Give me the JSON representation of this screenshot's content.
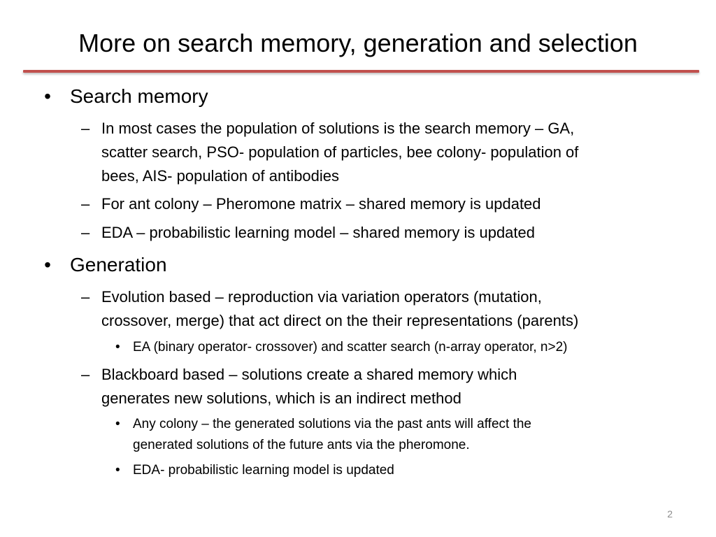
{
  "slide": {
    "title": "More on search memory, generation and selection",
    "accent_color": "#c0504d",
    "page_number": "2",
    "items": {
      "search_memory": {
        "bullet": "•",
        "label": "Search memory",
        "sub": [
          {
            "dash": "–",
            "line1": "In most cases the population of solutions is the search memory – GA,",
            "line2": "scatter search, PSO- population of particles, bee colony- population of",
            "line3": "bees, AIS- population of antibodies"
          },
          {
            "dash": "–",
            "line1": "For ant colony – Pheromone matrix – shared memory is updated"
          },
          {
            "dash": "–",
            "line1": "EDA – probabilistic learning model – shared memory is updated"
          }
        ]
      },
      "generation": {
        "bullet": "•",
        "label": "Generation",
        "sub": [
          {
            "dash": "–",
            "line1": "Evolution based – reproduction via variation operators (mutation,",
            "line2": "crossover, merge) that act direct on the their representations (parents)",
            "subsub": [
              {
                "bullet": "•",
                "line1": "EA (binary operator- crossover) and scatter search (n-array operator, n>2)"
              }
            ]
          },
          {
            "dash": "–",
            "line1": "Blackboard based – solutions create a shared memory which",
            "line2": "generates new solutions, which is an indirect method",
            "subsub": [
              {
                "bullet": "•",
                "line1": "Any colony – the generated solutions via the past ants will affect the",
                "line2": "generated solutions of the future ants via the pheromone."
              },
              {
                "bullet": "•",
                "line1": "EDA- probabilistic learning model is updated"
              }
            ]
          }
        ]
      }
    }
  }
}
